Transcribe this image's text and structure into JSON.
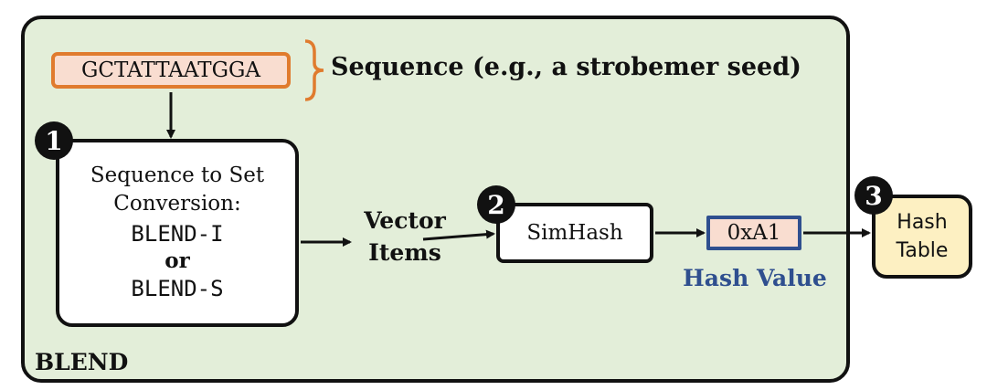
{
  "sequence": {
    "value": "GCTATTAATGGA",
    "caption": "Sequence (e.g., a strobemer seed)"
  },
  "step1": {
    "badge": "1",
    "line1": "Sequence to Set",
    "line2": "Conversion:",
    "option1": "BLEND-I",
    "or_text": "or",
    "option2": "BLEND-S"
  },
  "vector_items": {
    "line1": "Vector",
    "line2": "Items"
  },
  "step2": {
    "badge": "2",
    "label": "SimHash"
  },
  "hash_value": {
    "value": "0xA1",
    "label": "Hash Value"
  },
  "step3": {
    "badge": "3",
    "line1": "Hash",
    "line2": "Table"
  },
  "frame": {
    "label": "BLEND"
  },
  "colors": {
    "frame_fill": "#e3eed9",
    "sequence_border": "#e07b2e",
    "sequence_fill": "#f9ddd0",
    "hash_border": "#2f4f8f",
    "hash_table_fill": "#fdf0c2"
  }
}
